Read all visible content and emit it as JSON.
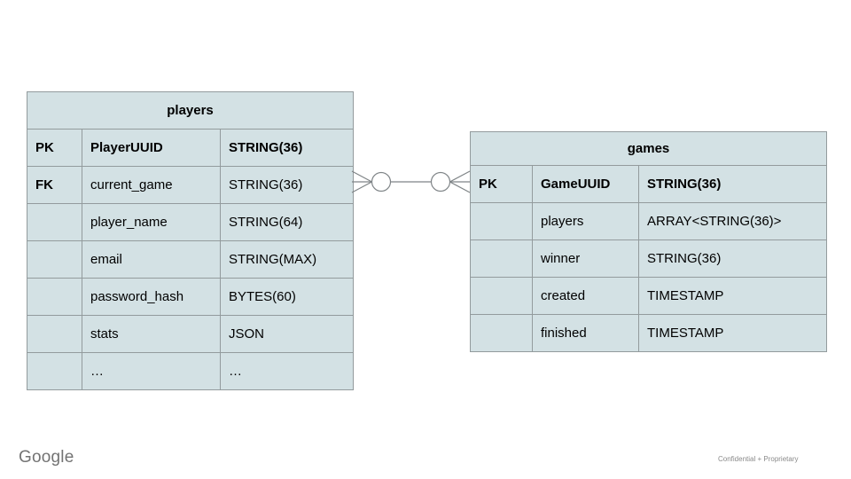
{
  "slide": {
    "footer": {
      "logo_text": "Google",
      "confidential_label": "Confidential + Proprietary"
    }
  },
  "colors": {
    "table_fill": "#d3e1e4",
    "table_border": "#939b9d",
    "connector": "#7f8487",
    "text": "#000000",
    "footer_gray": "#737373"
  },
  "tables": {
    "players": {
      "title": "players",
      "rows": [
        {
          "key": "PK",
          "name": "PlayerUUID",
          "type": "STRING(36)",
          "bold": true
        },
        {
          "key": "FK",
          "name": "current_game",
          "type": "STRING(36)",
          "bold_key": true
        },
        {
          "key": "",
          "name": "player_name",
          "type": "STRING(64)"
        },
        {
          "key": "",
          "name": "email",
          "type": "STRING(MAX)"
        },
        {
          "key": "",
          "name": "password_hash",
          "type": "BYTES(60)"
        },
        {
          "key": "",
          "name": "stats",
          "type": "JSON"
        },
        {
          "key": "",
          "name": "…",
          "type": "…"
        }
      ]
    },
    "games": {
      "title": "games",
      "rows": [
        {
          "key": "PK",
          "name": "GameUUID",
          "type": "STRING(36)",
          "bold": true
        },
        {
          "key": "",
          "name": "players",
          "type": "ARRAY<STRING(36)>"
        },
        {
          "key": "",
          "name": "winner",
          "type": "STRING(36)"
        },
        {
          "key": "",
          "name": "created",
          "type": "TIMESTAMP"
        },
        {
          "key": "",
          "name": "finished",
          "type": "TIMESTAMP"
        }
      ]
    }
  },
  "relationship": {
    "from": "players.current_game",
    "to": "games.GameUUID",
    "left_end": "zero-or-many",
    "right_end": "zero-or-many"
  }
}
